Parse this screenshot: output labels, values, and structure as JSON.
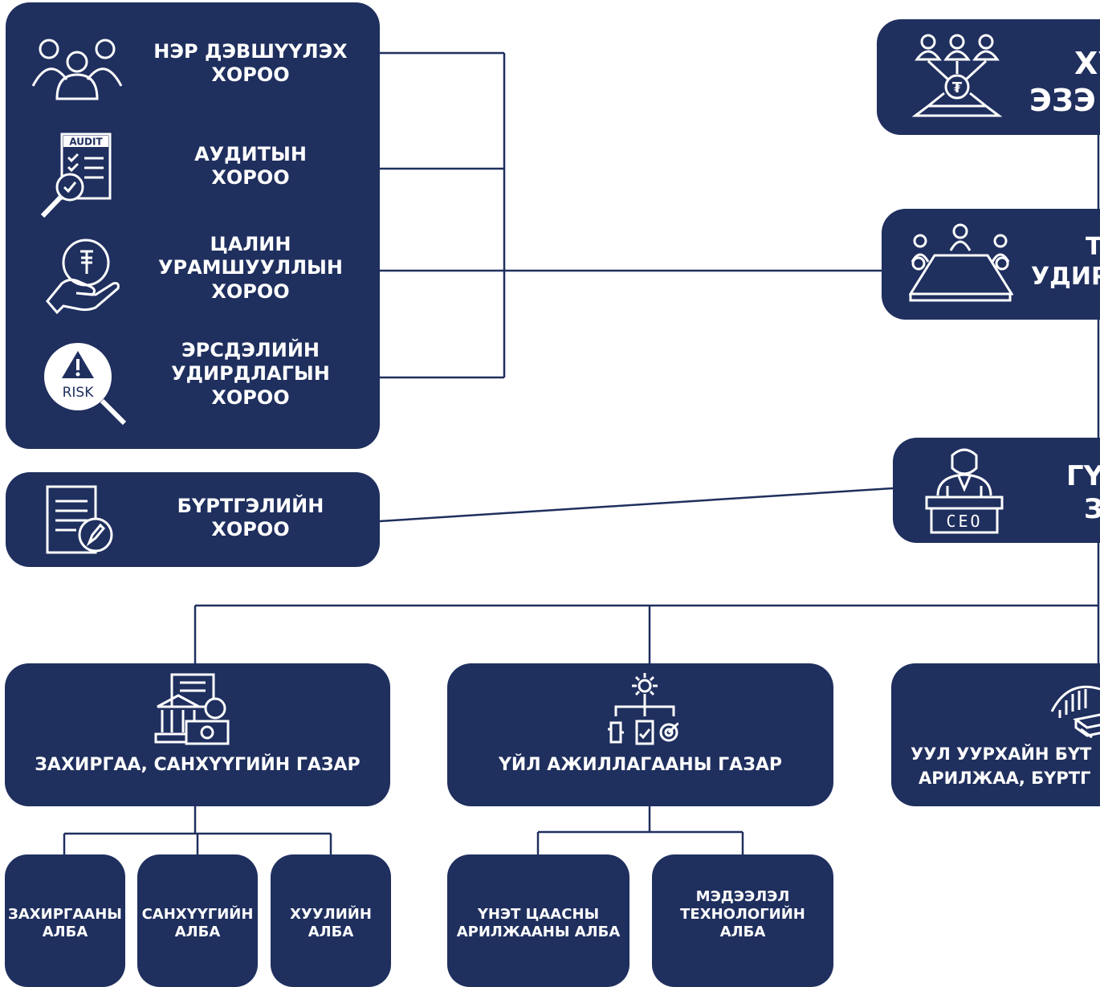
{
  "committees": [
    {
      "line1": "НЭР ДЭВШҮҮЛЭХ",
      "line2": "ХОРОО",
      "line3": ""
    },
    {
      "line1": "АУДИТЫН",
      "line2": "ХОРОО",
      "line3": ""
    },
    {
      "line1": "ЦАЛИН",
      "line2": "УРАМШУУЛЛЫН",
      "line3": "ХОРОО"
    },
    {
      "line1": "ЭРСДЭЛИЙН",
      "line2": "УДИРДЛАГЫН",
      "line3": "ХОРОО"
    }
  ],
  "audit_icon_text": "AUDIT",
  "risk_icon_text": "RISK",
  "registration_committee": {
    "line1": "БҮРТГЭЛИЙН",
    "line2": "ХОРОО"
  },
  "right_boxes": [
    {
      "line1": "ХУ",
      "line2": "ЭЗЭ"
    },
    {
      "line1": "Т",
      "line2": "УДИР"
    },
    {
      "line1": "ГҮ",
      "line2": "З"
    }
  ],
  "ceo_icon_text": "CEO",
  "departments": [
    {
      "line1": "ЗАХИРГАА, САНХҮҮГИЙН ГАЗАР",
      "line2": ""
    },
    {
      "line1": "ҮЙЛ АЖИЛЛАГААНЫ ГАЗАР",
      "line2": ""
    },
    {
      "line1": "УУЛ УУРХАЙН БҮТ",
      "line2": "АРИЛЖАА, БҮРТГ"
    }
  ],
  "units": [
    {
      "line1": "ЗАХИРГААНЫ",
      "line2": "АЛБА",
      "line3": ""
    },
    {
      "line1": "САНХҮҮГИЙН",
      "line2": "АЛБА",
      "line3": ""
    },
    {
      "line1": "ХУУЛИЙН",
      "line2": "АЛБА",
      "line3": ""
    },
    {
      "line1": "ҮНЭТ ЦААСНЫ",
      "line2": "АРИЛЖААНЫ АЛБА",
      "line3": ""
    },
    {
      "line1": "МЭДЭЭЛЭЛ",
      "line2": "ТЕХНОЛОГИЙН",
      "line3": "АЛБА"
    }
  ],
  "colors": {
    "box": "#1f2f5e",
    "line": "#1f2f5e",
    "text": "#ffffff"
  }
}
